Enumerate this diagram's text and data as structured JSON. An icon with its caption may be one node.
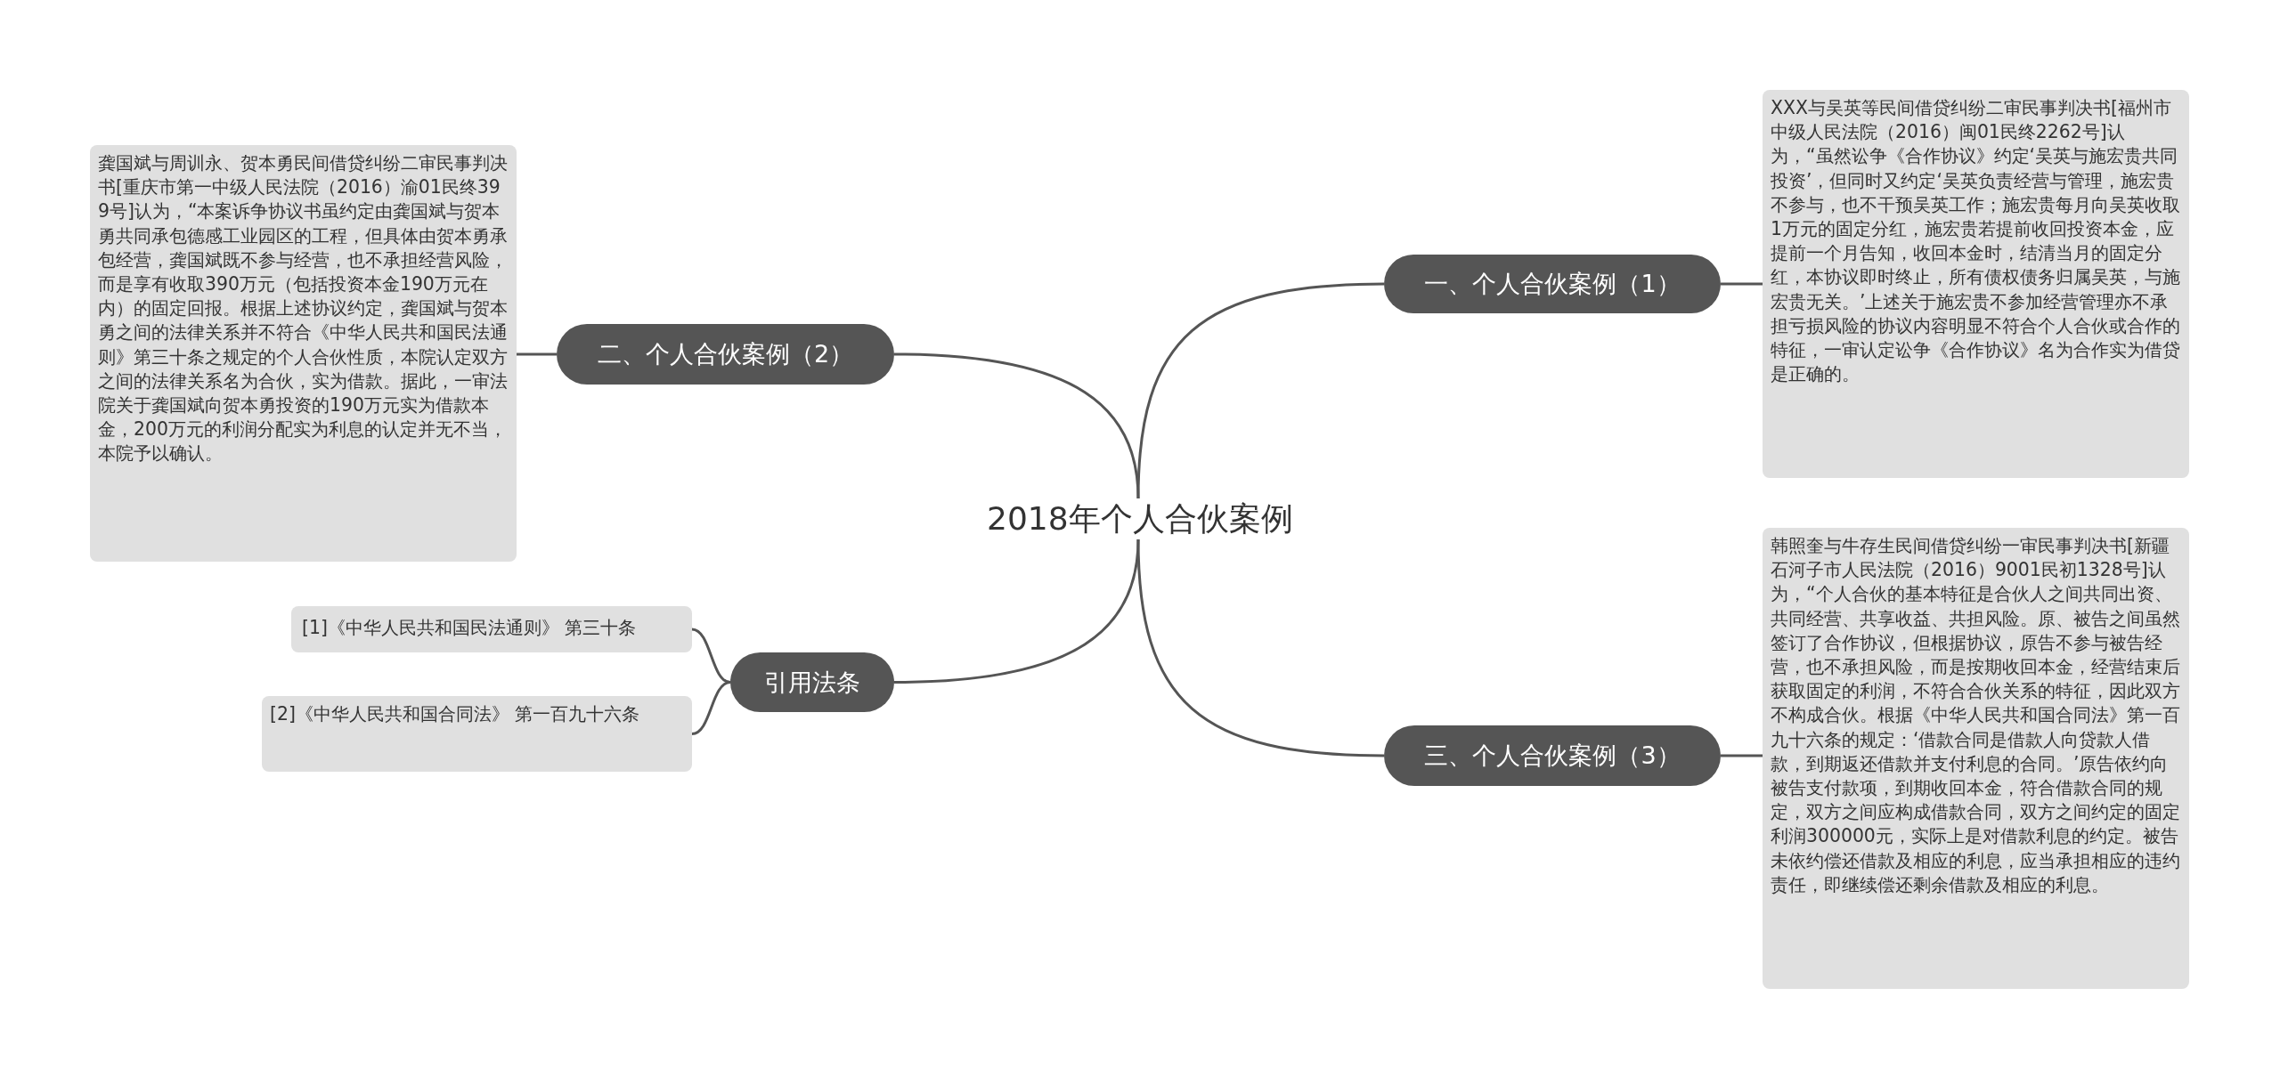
{
  "diagram": {
    "nodes": [
      {
        "text": [
          "2018年个人合伙案例"
        ]
      },
      {
        "text": [
          "一、个人合伙案例（1）"
        ]
      },
      {
        "text": [
          "XXX与吴英等民间借贷纠纷二审民事判决书[福州市中级人民法院（2016）闽01民终2262号]认为，“虽然讼争《合作协议》约定‘吴英与施宏贵共同投资’，但同时又约定‘吴英负责经营与管理，施宏贵不参与，也不干预吴英工作；施宏贵每月向吴英收取1万元的固定分红，施宏贵若提前收回投资本金，应提前一个月告知，收回本金时，结清当月的固定分红，本协议即时终止，所有债权债务归属吴英，与施宏贵无关。’上述关于施宏贵不参加经营管理亦不承担亏损风险的协议内容明显不符合个人合伙或合作的特征，一审认定讼争《合作协议》名为合作实为借贷是正确的。"
        ]
      },
      {
        "text": [
          "二、个人合伙案例（2）"
        ]
      },
      {
        "text": [
          "龚国斌与周训永、贺本勇民间借贷纠纷二审民事判决书[重庆市第一中级人民法院（2016）渝01民终399号]认为，“本案诉争协议书虽约定由龚国斌与贺本勇共同承包德感工业园区的工程，但具体由贺本勇承包经营，龚国斌既不参与经营，也不承担经营风险，而是享有收取390万元（包括投资本金190万元在内）的固定回报。根据上述协议约定，龚国斌与贺本勇之间的法律关系并不符合《中华人民共和国民法通则》第三十条之规定的个人合伙性质，本院认定双方之间的法律关系名为合伙，实为借款。据此，一审法院关于龚国斌向贺本勇投资的190万元实为借款本金，200万元的利润分配实为利息的认定并无不当，本院予以确认。"
        ]
      },
      {
        "text": [
          "三、个人合伙案例（3）"
        ]
      },
      {
        "text": [
          "韩照奎与牛存生民间借贷纠纷一审民事判决书[新疆石河子市人民法院（2016）9001民初1328号]认为，“个人合伙的基本特征是合伙人之间共同出资、共同经营、共享收益、共担风险。原、被告之间虽然签订了合作协议，但根据协议，原告不参与被告经营，也不承担风险，而是按期收回本金，经营结束后获取固定的利润，不符合合伙关系的特征，因此双方不构成合伙。根据《中华人民共和国合同法》第一百九十六条的规定：‘借款合同是借款人向贷款人借款，到期返还借款并支付利息的合同。’原告依约向被告支付款项，到期收回本金，符合借款合同的规定，双方之间应构成借款合同，双方之间约定的固定利润300000元，实际上是对借款利息的约定。被告未依约偿还借款及相应的利息，应当承担相应的违约责任，即继续偿还剩余借款及相应的利息。"
        ]
      },
      {
        "text": [
          "引用法条"
        ]
      },
      {
        "text": [
          "[1]《中华人民共和国民法通则》 第三十条"
        ]
      },
      {
        "text": [
          "[2]《中华人民共和国合同法》 第一百九十六条"
        ]
      }
    ],
    "edges": [
      {
        "from": 0,
        "to": 1,
        "arrow": "none"
      },
      {
        "from": 1,
        "to": 2,
        "arrow": "none"
      },
      {
        "from": 0,
        "to": 3,
        "arrow": "none"
      },
      {
        "from": 3,
        "to": 4,
        "arrow": "none"
      },
      {
        "from": 0,
        "to": 5,
        "arrow": "none"
      },
      {
        "from": 5,
        "to": 6,
        "arrow": "none"
      },
      {
        "from": 0,
        "to": 7,
        "arrow": "none"
      },
      {
        "from": 7,
        "to": 8,
        "arrow": "none"
      },
      {
        "from": 7,
        "to": 9,
        "arrow": "none"
      }
    ]
  }
}
